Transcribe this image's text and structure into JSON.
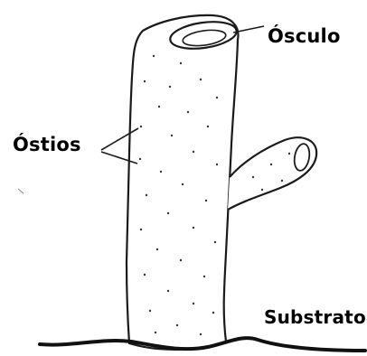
{
  "labels": {
    "osculo": "Ósculo",
    "ostios": "Óstios",
    "substrato": "Substrato"
  },
  "colors": {
    "ink": "#000000",
    "background": "#ffffff",
    "outline": "#1a1a1a"
  }
}
